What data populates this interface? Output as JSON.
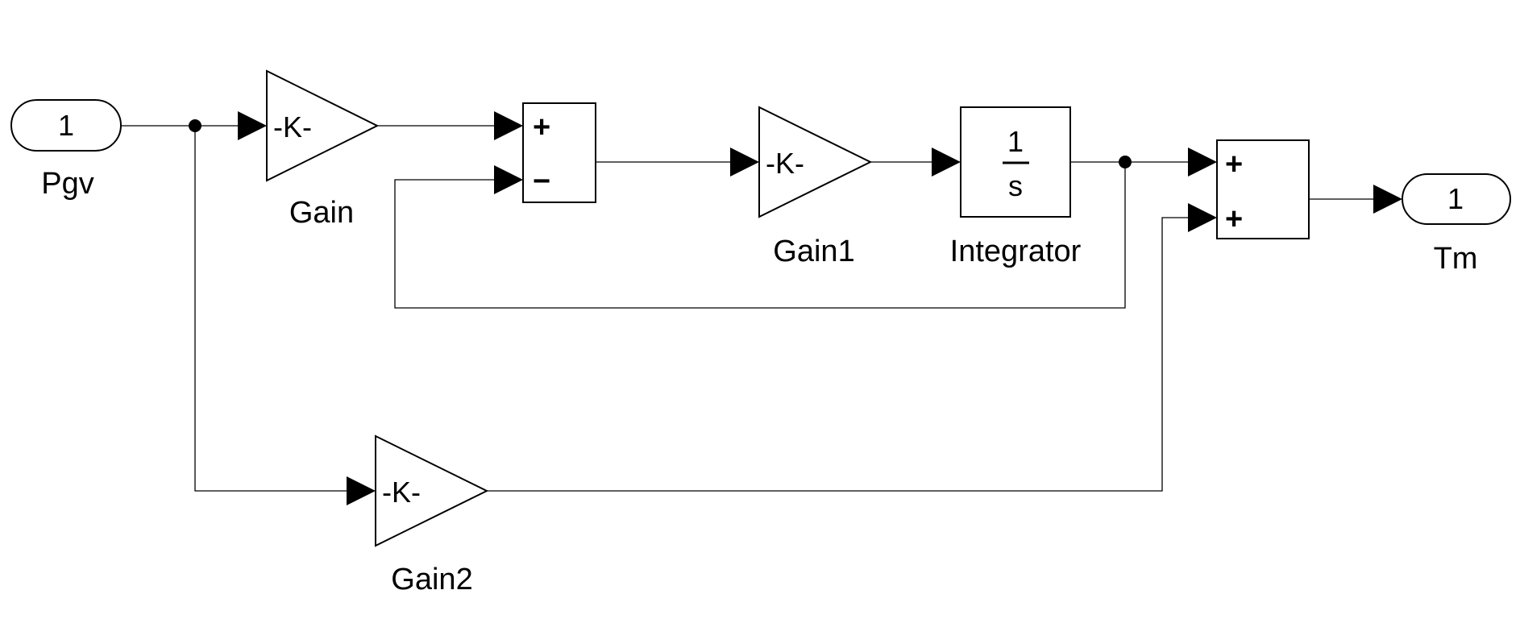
{
  "diagram": {
    "inport": {
      "number": "1",
      "name": "Pgv"
    },
    "outport": {
      "number": "1",
      "name": "Tm"
    },
    "gain": {
      "value": "-K-",
      "name": "Gain"
    },
    "gain1": {
      "value": "-K-",
      "name": "Gain1"
    },
    "gain2": {
      "value": "-K-",
      "name": "Gain2"
    },
    "sum1": {
      "sign1": "+",
      "sign2": "−"
    },
    "sum2": {
      "sign1": "+",
      "sign2": "+"
    },
    "integrator": {
      "numerator": "1",
      "denominator": "s",
      "name": "Integrator"
    }
  }
}
